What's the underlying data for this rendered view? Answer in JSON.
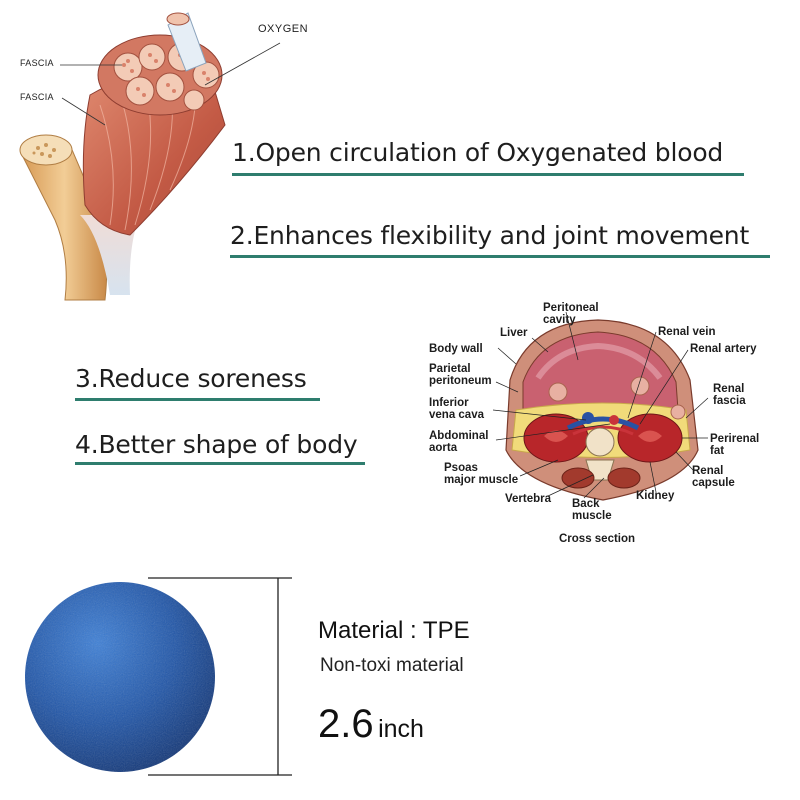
{
  "muscle_figure": {
    "labels": {
      "fascia_top": "FASCIA",
      "fascia_bottom": "FASCIA",
      "oxygen": "OXYGEN"
    }
  },
  "benefits": [
    {
      "text": "1.Open circulation of Oxygenated blood"
    },
    {
      "text": "2.Enhances flexibility and joint movement"
    },
    {
      "text": "3.Reduce soreness"
    },
    {
      "text": "4.Better shape of body"
    }
  ],
  "cross_section": {
    "labels": {
      "peritoneal_cavity": "Peritoneal\ncavity",
      "liver": "Liver",
      "renal_vein": "Renal vein",
      "body_wall": "Body wall",
      "renal_artery": "Renal artery",
      "parietal_peritoneum": "Parietal\nperitoneum",
      "renal_fascia": "Renal\nfascia",
      "inferior_vena_cava": "Inferior\nvena cava",
      "abdominal_aorta": "Abdominal\naorta",
      "perirenal_fat": "Perirenal\nfat",
      "renal_capsule": "Renal\ncapsule",
      "psoas_major_muscle": "Psoas\nmajor muscle",
      "vertebra": "Vertebra",
      "back_muscle": "Back\nmuscle",
      "kidney": "Kidney",
      "caption": "Cross section"
    }
  },
  "product": {
    "material": "Material : TPE",
    "non_toxic": "Non-toxi material",
    "size_value": "2.6",
    "size_unit": "inch",
    "ball_color": "#1f55a8"
  },
  "colors": {
    "underline": "#2e7d6e",
    "muscle": "#c9604a",
    "bone": "#e6b478"
  }
}
